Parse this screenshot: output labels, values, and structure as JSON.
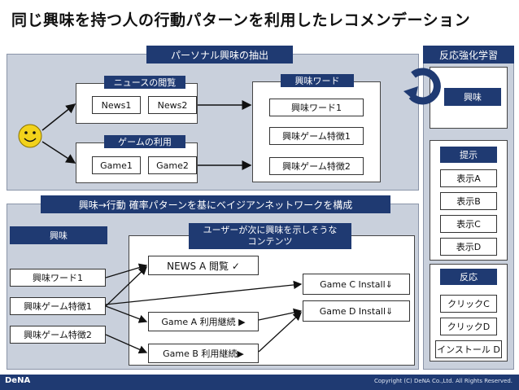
{
  "title": "同じ興味を持つ人の行動パターンを利用したレコメンデーション",
  "top_panel": {
    "band": "パーソナル興味の抽出",
    "news": {
      "label": "ニュースの閲覧",
      "items": [
        "News1",
        "News2"
      ]
    },
    "game": {
      "label": "ゲームの利用",
      "items": [
        "Game1",
        "Game2"
      ]
    },
    "interest_words": {
      "label": "興味ワード",
      "items": [
        "興味ワード1",
        "興味ゲーム特徴1",
        "興味ゲーム特徴2"
      ]
    }
  },
  "right_panel": {
    "band": "反応強化学習",
    "interest": "興味",
    "present": {
      "label": "提示",
      "items": [
        "表示A",
        "表示B",
        "表示C",
        "表示D"
      ]
    },
    "reaction": {
      "label": "反応",
      "items": [
        "クリックC",
        "クリックD",
        "インストール D"
      ]
    }
  },
  "bottom_panel": {
    "band": "興味→行動 確率パターンを基にベイジアンネットワークを構成",
    "interest_header": "興味",
    "content_header_line1": "ユーザーが次に興味を示しそうな",
    "content_header_line2": "コンテンツ",
    "interests": [
      "興味ワード1",
      "興味ゲーム特徴1",
      "興味ゲーム特徴2"
    ],
    "contents_left": [
      "NEWS A 閲覧 ✓",
      "Game A 利用継続 ▶",
      "Game B 利用継続▶"
    ],
    "contents_right": [
      "Game C Install⇓",
      "Game D Install⇓"
    ]
  },
  "footer": {
    "logo": "DeNA",
    "copyright": "Copyright (C) DeNA Co.,Ltd. All Rights Reserved."
  },
  "colors": {
    "navy": "#1f3a72",
    "panel": "#c9d0dc",
    "smiley": "#f2d21b"
  },
  "icons": [
    "smiley-icon",
    "cycle-arrow-icon"
  ]
}
